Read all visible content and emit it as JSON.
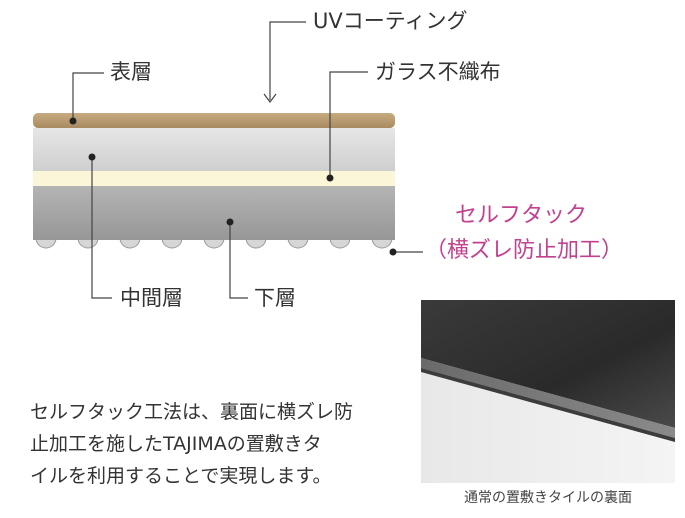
{
  "labels": {
    "uv_coating": "UVコーティング",
    "surface_layer": "表層",
    "glass_fiber": "ガラス不織布",
    "middle_layer": "中間層",
    "lower_layer": "下層",
    "self_tack_line1": "セルフタック",
    "self_tack_line2": "（横ズレ防止加工）"
  },
  "description": {
    "line1": "セルフタック工法は、裏面に横ズレ防",
    "line2": "止加工を施したTAJIMAの置敷きタ",
    "line3": "イルを利用することで実現します。"
  },
  "photo_caption": "通常の置敷きタイルの裏面",
  "colors": {
    "surface": "#b89a70",
    "middle": "#dcdcdc",
    "glass_fiber": "#fcf6d9",
    "lower": "#a6a6a6",
    "bumps": "#d5d5d5",
    "accent": "#c2418f",
    "leader": "#333333"
  },
  "icons": [
    "down-arrow-icon"
  ]
}
